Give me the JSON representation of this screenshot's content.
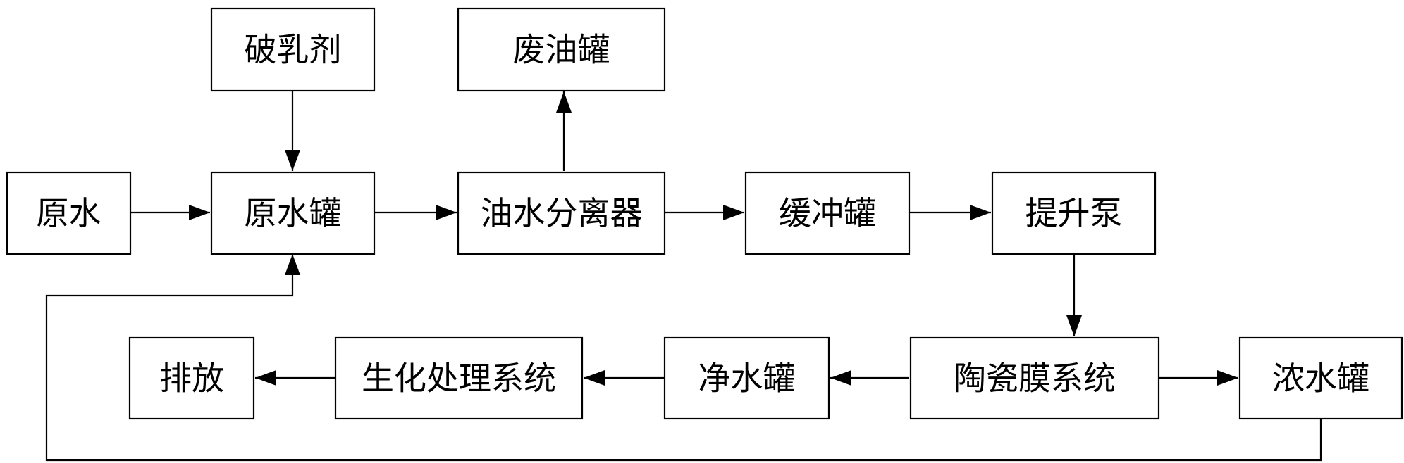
{
  "nodes": {
    "demulsifier": "破乳剂",
    "waste_oil_tank": "废油罐",
    "raw_water": "原水",
    "raw_water_tank": "原水罐",
    "oil_water_separator": "油水分离器",
    "buffer_tank": "缓冲罐",
    "lift_pump": "提升泵",
    "ceramic_membrane_system": "陶瓷膜系统",
    "concentrate_tank": "浓水罐",
    "clean_water_tank": "净水罐",
    "biochemical_treatment_system": "生化处理系统",
    "discharge": "排放"
  },
  "edges": [
    {
      "from": "demulsifier",
      "to": "raw_water_tank"
    },
    {
      "from": "raw_water",
      "to": "raw_water_tank"
    },
    {
      "from": "raw_water_tank",
      "to": "oil_water_separator"
    },
    {
      "from": "oil_water_separator",
      "to": "waste_oil_tank"
    },
    {
      "from": "oil_water_separator",
      "to": "buffer_tank"
    },
    {
      "from": "buffer_tank",
      "to": "lift_pump"
    },
    {
      "from": "lift_pump",
      "to": "ceramic_membrane_system"
    },
    {
      "from": "ceramic_membrane_system",
      "to": "concentrate_tank"
    },
    {
      "from": "ceramic_membrane_system",
      "to": "clean_water_tank"
    },
    {
      "from": "clean_water_tank",
      "to": "biochemical_treatment_system"
    },
    {
      "from": "biochemical_treatment_system",
      "to": "discharge"
    },
    {
      "from": "concentrate_tank",
      "to": "raw_water_tank"
    }
  ]
}
